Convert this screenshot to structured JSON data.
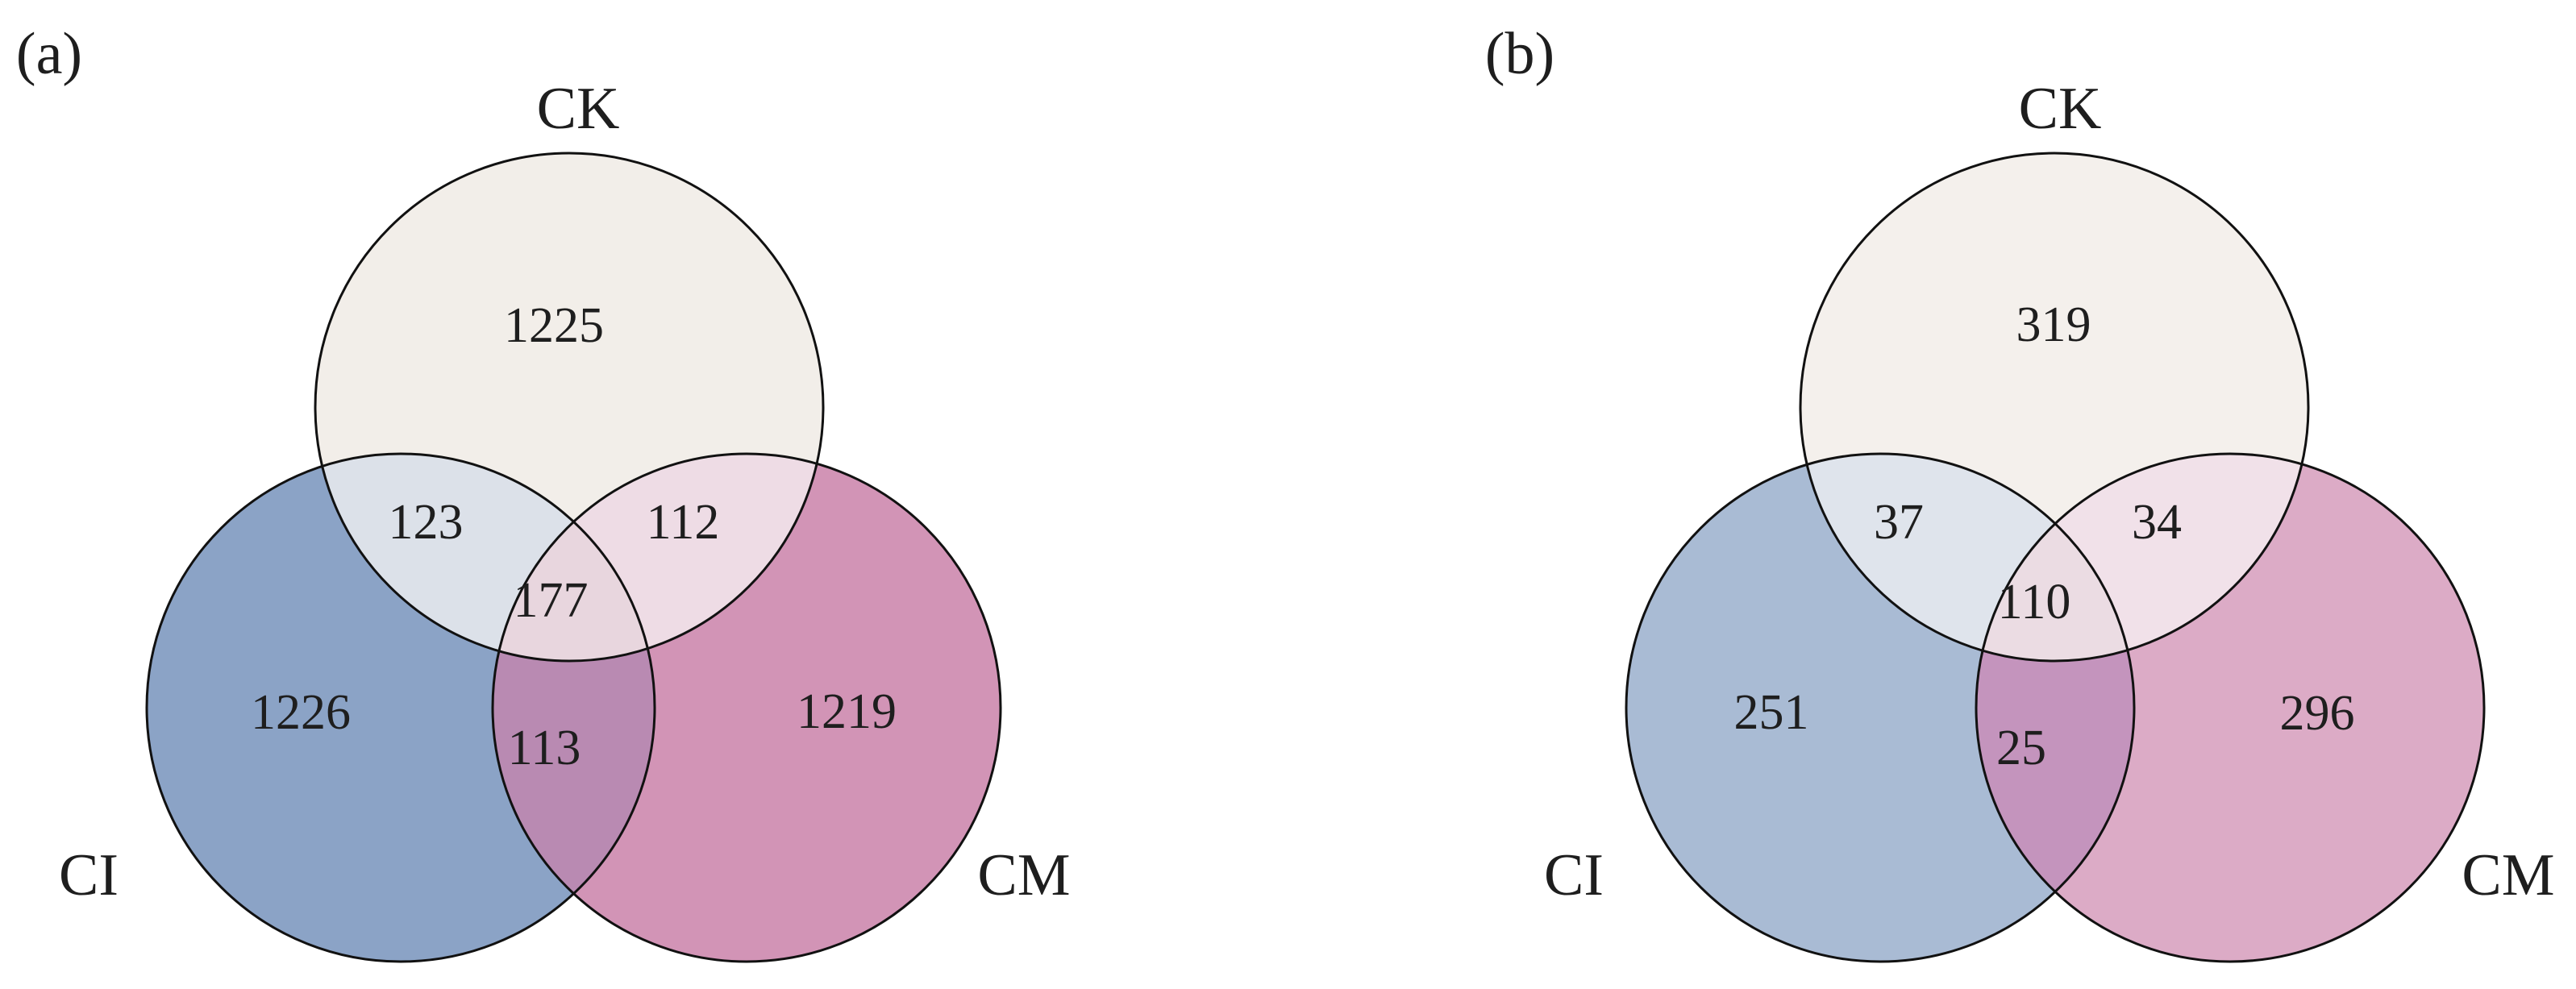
{
  "text_color": "#1e1e1e",
  "background": "#ffffff",
  "panels": [
    {
      "panel_label": "(a)",
      "set_labels": {
        "top": "CK",
        "bottom_left": "CI",
        "bottom_right": "CM"
      },
      "counts": {
        "ck_only": "1225",
        "ci_only": "1226",
        "cm_only": "1219",
        "ck_ci": "123",
        "ck_cm": "112",
        "ci_cm": "113",
        "ck_ci_cm": "177"
      },
      "colors": {
        "ck": "#f2eee9",
        "ci": "#8ba3c6",
        "cm": "#d294b6",
        "ck_ci": "#dce1e9",
        "ck_cm": "#eedce5",
        "ci_cm": "#b98ab2",
        "ck_ci_cm": "#e8d6de",
        "outline": "#111111"
      }
    },
    {
      "panel_label": "(b)",
      "set_labels": {
        "top": "CK",
        "bottom_left": "CI",
        "bottom_right": "CM"
      },
      "counts": {
        "ck_only": "319",
        "ci_only": "251",
        "cm_only": "296",
        "ck_ci": "37",
        "ck_cm": "34",
        "ci_cm": "25",
        "ck_ci_cm": "110"
      },
      "colors": {
        "ck": "#f4f0ec",
        "ci": "#a9bbd4",
        "cm": "#dcabc6",
        "ck_ci": "#dfe4ec",
        "ck_cm": "#f1e1e9",
        "ci_cm": "#c494bd",
        "ck_ci_cm": "#ebdce3",
        "outline": "#111111"
      }
    }
  ]
}
